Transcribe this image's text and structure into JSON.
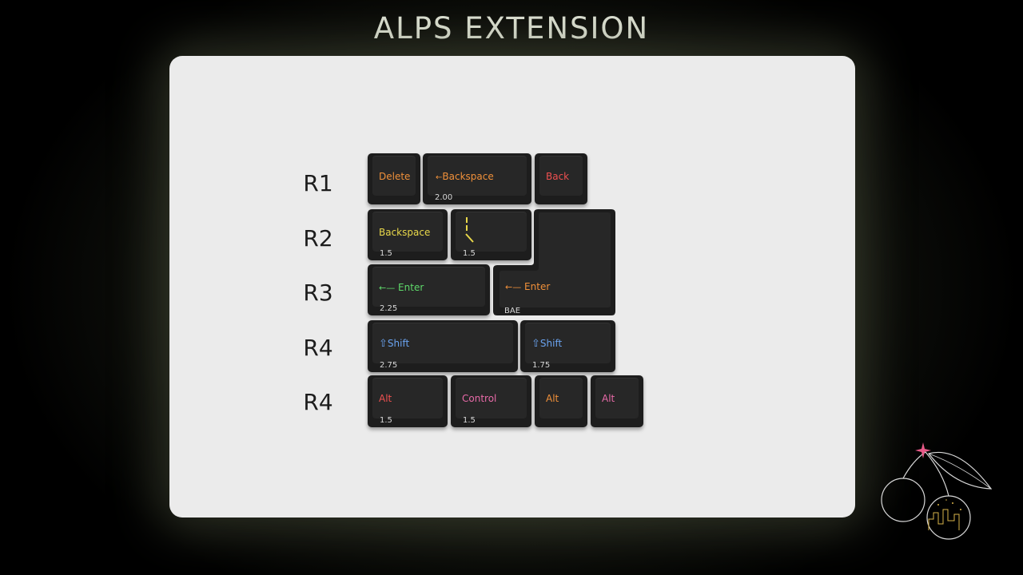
{
  "title": "ALPS EXTENSION",
  "rows": [
    "R1",
    "R2",
    "R3",
    "R4",
    "R4"
  ],
  "keys": {
    "r1_delete": {
      "legend": "Delete",
      "color": "#f0903a"
    },
    "r1_backspace": {
      "legend": "Backspace",
      "size": "2.00",
      "color": "#f0903a"
    },
    "r1_back": {
      "legend": "Back",
      "color": "#ee5050"
    },
    "r2_backspace": {
      "legend": "Backspace",
      "size": "1.5",
      "color": "#e9d84a"
    },
    "r2_pipe": {
      "size": "1.5",
      "color": "#e9d84a"
    },
    "r3_enter": {
      "legend": "Enter",
      "size": "2.25",
      "color": "#5ed86a"
    },
    "r3_bae": {
      "legend": "Enter",
      "size": "BAE",
      "color": "#f0903a"
    },
    "r4_shift_left": {
      "legend": "Shift",
      "size": "2.75",
      "color": "#6aa3ef"
    },
    "r4_shift_right": {
      "legend": "Shift",
      "size": "1.75",
      "color": "#6aa3ef"
    },
    "r5_alt_1": {
      "legend": "Alt",
      "size": "1.5",
      "color": "#ee5050"
    },
    "r5_control": {
      "legend": "Control",
      "size": "1.5",
      "color": "#e86aa8"
    },
    "r5_alt_2": {
      "legend": "Alt",
      "color": "#f0903a"
    },
    "r5_alt_3": {
      "legend": "Alt",
      "color": "#e86aa8"
    }
  },
  "icons": [
    "arrow-left-icon",
    "enter-icon",
    "shift-icon",
    "cherry-logo"
  ]
}
